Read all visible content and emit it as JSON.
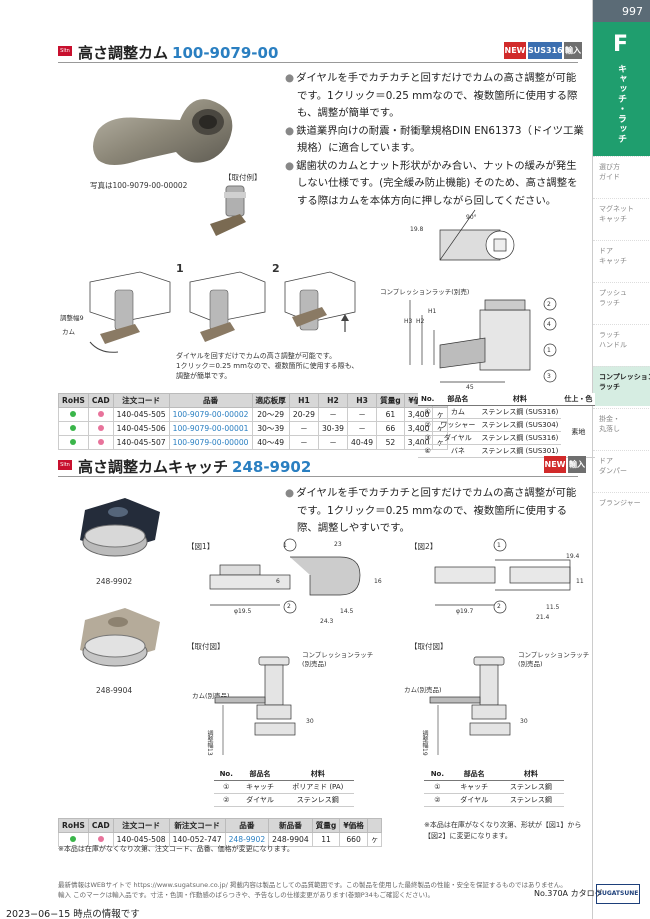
{
  "sidebar": {
    "page_number": "997",
    "category_letter": "F",
    "category_name": "キャッチ・ラッチ",
    "items": [
      {
        "label": "選び方\nガイド",
        "active": false
      },
      {
        "label": "マグネット\nキャッチ",
        "active": false
      },
      {
        "label": "ドア\nキャッチ",
        "active": false
      },
      {
        "label": "プッシュ\nラッチ",
        "active": false
      },
      {
        "label": "ラッチ\nハンドル",
        "active": false
      },
      {
        "label": "コンプレッション\nラッチ",
        "active": true
      },
      {
        "label": "掛金・\n丸落し",
        "active": false
      },
      {
        "label": "ドア\nダンパー",
        "active": false
      },
      {
        "label": "ブランジャー",
        "active": false
      }
    ]
  },
  "section1": {
    "icon_text": "Sltn",
    "title": "高さ調整カム",
    "code": "100-9079-00",
    "badges": {
      "new": "NEW",
      "material": "SUS316",
      "import": "輸入"
    },
    "bullets": [
      "ダイヤルを手でカチカチと回すだけでカムの高さ調整が可能です。1クリック＝0.25 mmなので、複数箇所に使用する際も、調整が簡単です。",
      "鉄道業界向けの耐震・耐衝撃規格DIN EN61373（ドイツ工業規格）に適合しています。",
      "鋸歯状のカムとナット形状がかみ合い、ナットの緩みが発生しない仕様です。(完全緩み防止機能) そのため、高さ調整をする際はカムを本体方向に押しながら回してください。"
    ],
    "photo_caption": "写真は100-9079-00-00002",
    "mount_example_label": "【取付例】",
    "adjust_width_label": "調整幅9",
    "cam_label": "カム",
    "step_labels": [
      "1",
      "2"
    ],
    "note_lines": [
      "ダイヤルを回すだけでカムの高さ調整が可能です。",
      "1クリック＝0.25 mmなので、複数箇所に使用する際も、",
      "調整が簡単です。"
    ],
    "drawing": {
      "compression_label": "コンプレッションラッチ(別売)",
      "dims": [
        "19.8",
        "90°",
        "H3",
        "H2",
        "H1",
        "45"
      ],
      "callouts": [
        "1",
        "2",
        "3",
        "4"
      ]
    },
    "table": {
      "headers": [
        "RoHS",
        "CAD",
        "注文コード",
        "品番",
        "適応板厚",
        "H1",
        "H2",
        "H3",
        "質量g",
        "¥価格",
        ""
      ],
      "rows": [
        [
          "",
          "",
          "140-045-505",
          "100-9079-00-00002",
          "20～29",
          "20-29",
          "－",
          "－",
          "61",
          "3,400",
          "ヶ"
        ],
        [
          "",
          "",
          "140-045-506",
          "100-9079-00-00001",
          "30～39",
          "－",
          "30-39",
          "－",
          "66",
          "3,400",
          "ヶ"
        ],
        [
          "",
          "",
          "140-045-507",
          "100-9079-00-00000",
          "40～49",
          "－",
          "－",
          "40-49",
          "52",
          "3,400",
          "ヶ"
        ]
      ]
    },
    "parts": {
      "headers": [
        "No.",
        "部品名",
        "材料",
        "仕上・色"
      ],
      "rows": [
        [
          "①",
          "カム",
          "ステンレス鋼 (SUS316)",
          ""
        ],
        [
          "②",
          "ワッシャー",
          "ステンレス鋼 (SUS304)",
          ""
        ],
        [
          "③",
          "ダイヤル",
          "ステンレス鋼 (SUS316)",
          ""
        ],
        [
          "④",
          "バネ",
          "ステンレス鋼 (SUS301)",
          ""
        ]
      ],
      "finish": "素地"
    }
  },
  "section2": {
    "icon_text": "Sltn",
    "title": "高さ調整カムキャッチ",
    "code": "248-9902",
    "badges": {
      "new": "NEW",
      "import": "輸入"
    },
    "bullets": [
      "ダイヤルを手でカチカチと回すだけでカムの高さ調整が可能です。1クリック＝0.25 mmなので、複数箇所に使用する際、調整しやすいです。"
    ],
    "photo_labels": [
      "248-9902",
      "248-9904"
    ],
    "fig1": {
      "label": "【図1】",
      "dims": [
        "23",
        "6",
        "16",
        "φ19.5",
        "14.5",
        "24.3"
      ],
      "callouts": [
        "1",
        "2"
      ]
    },
    "fig2": {
      "label": "【図2】",
      "dims": [
        "19.4",
        "11",
        "φ19.7",
        "11.5",
        "21.4"
      ],
      "callouts": [
        "1",
        "2"
      ]
    },
    "mount1": {
      "label": "【取付図】",
      "latch": "コンプレッションラッチ\n(別売品)",
      "cam": "カム(別売品)",
      "adj": "調整幅13",
      "dim": "30"
    },
    "mount2": {
      "label": "【取付図】",
      "latch": "コンプレッションラッチ\n(別売品)",
      "cam": "カム(別売品)",
      "adj": "調整幅19",
      "dim": "30"
    },
    "parts1": {
      "headers": [
        "No.",
        "部品名",
        "材料"
      ],
      "rows": [
        [
          "①",
          "キャッチ",
          "ポリアミド (PA)"
        ],
        [
          "②",
          "ダイヤル",
          "ステンレス鋼"
        ]
      ]
    },
    "parts2": {
      "headers": [
        "No.",
        "部品名",
        "材料"
      ],
      "rows": [
        [
          "①",
          "キャッチ",
          "ステンレス鋼"
        ],
        [
          "②",
          "ダイヤル",
          "ステンレス鋼"
        ]
      ]
    },
    "table": {
      "headers": [
        "RoHS",
        "CAD",
        "注文コード",
        "新注文コード",
        "品番",
        "新品番",
        "質量g",
        "¥価格",
        ""
      ],
      "rows": [
        [
          "",
          "",
          "140-045-508",
          "140-052-747",
          "248-9902",
          "248-9904",
          "11",
          "660",
          "ヶ"
        ]
      ]
    },
    "note_right": "※本品は在庫がなくなり次第、形状が【図1】から\n【図2】に変更になります。",
    "note_bottom": "※本品は在庫がなくなり次第、注文コード、品番、価格が変更になります。"
  },
  "footer": {
    "line1": "最新情報はWEBサイトで https://www.sugatsune.co.jp/ 掲載内容は製品としての品質範囲です。この製品を使用した最終製品の性能・安全を保証するものではありません。",
    "line2": "輸入 このマークは輸入品です。寸法・色調・作動感のばらつきや、予告なしの仕様変更があります(巻頭P34もご確認ください)。",
    "catalog": "No.370A カタログ",
    "logo": "SUGATSUNE",
    "date": "2023−06−15 時点の情報です"
  },
  "colors": {
    "green": "#1f9e6e",
    "blue": "#2a7fc1",
    "red": "#d12a2a",
    "pink": "#e8739b",
    "rohs": "#3ab54a"
  }
}
